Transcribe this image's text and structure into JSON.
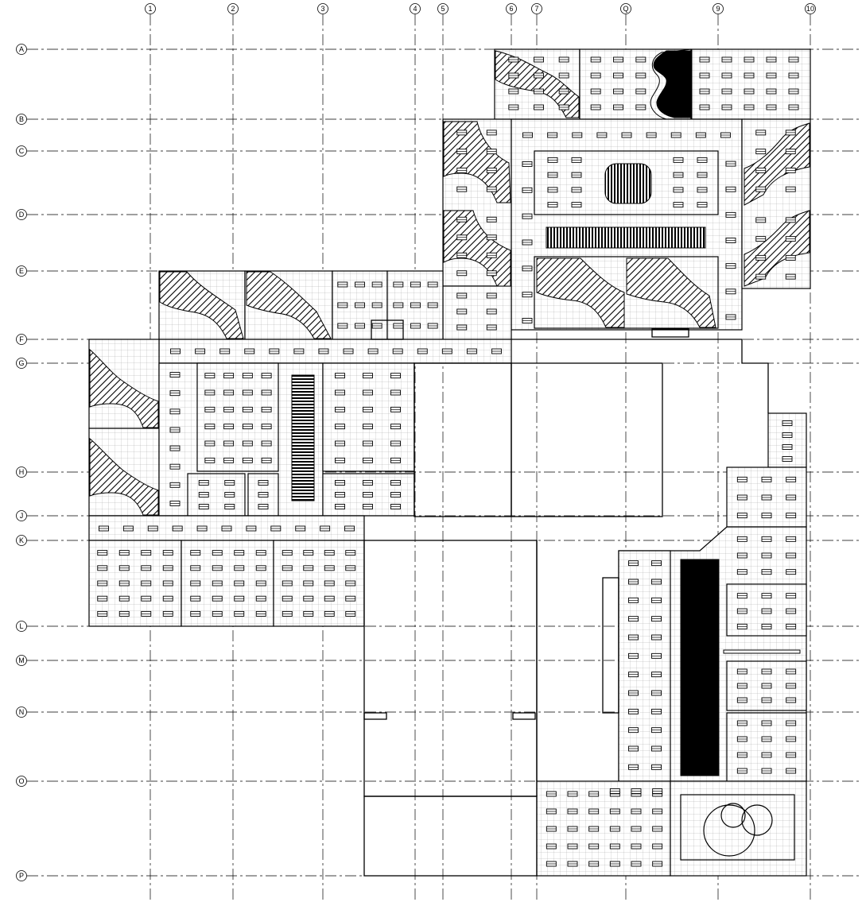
{
  "grid": {
    "columns": [
      "1",
      "2",
      "3",
      "4",
      "5",
      "6",
      "7",
      "Q",
      "9",
      "10"
    ],
    "rows": [
      "A",
      "B",
      "C",
      "D",
      "E",
      "F",
      "G",
      "H",
      "J",
      "K",
      "L",
      "M",
      "N",
      "O",
      "P"
    ]
  },
  "colors": {
    "line": "#000000",
    "ceiling_grid": "#9a9a9a",
    "background": "#ffffff"
  }
}
